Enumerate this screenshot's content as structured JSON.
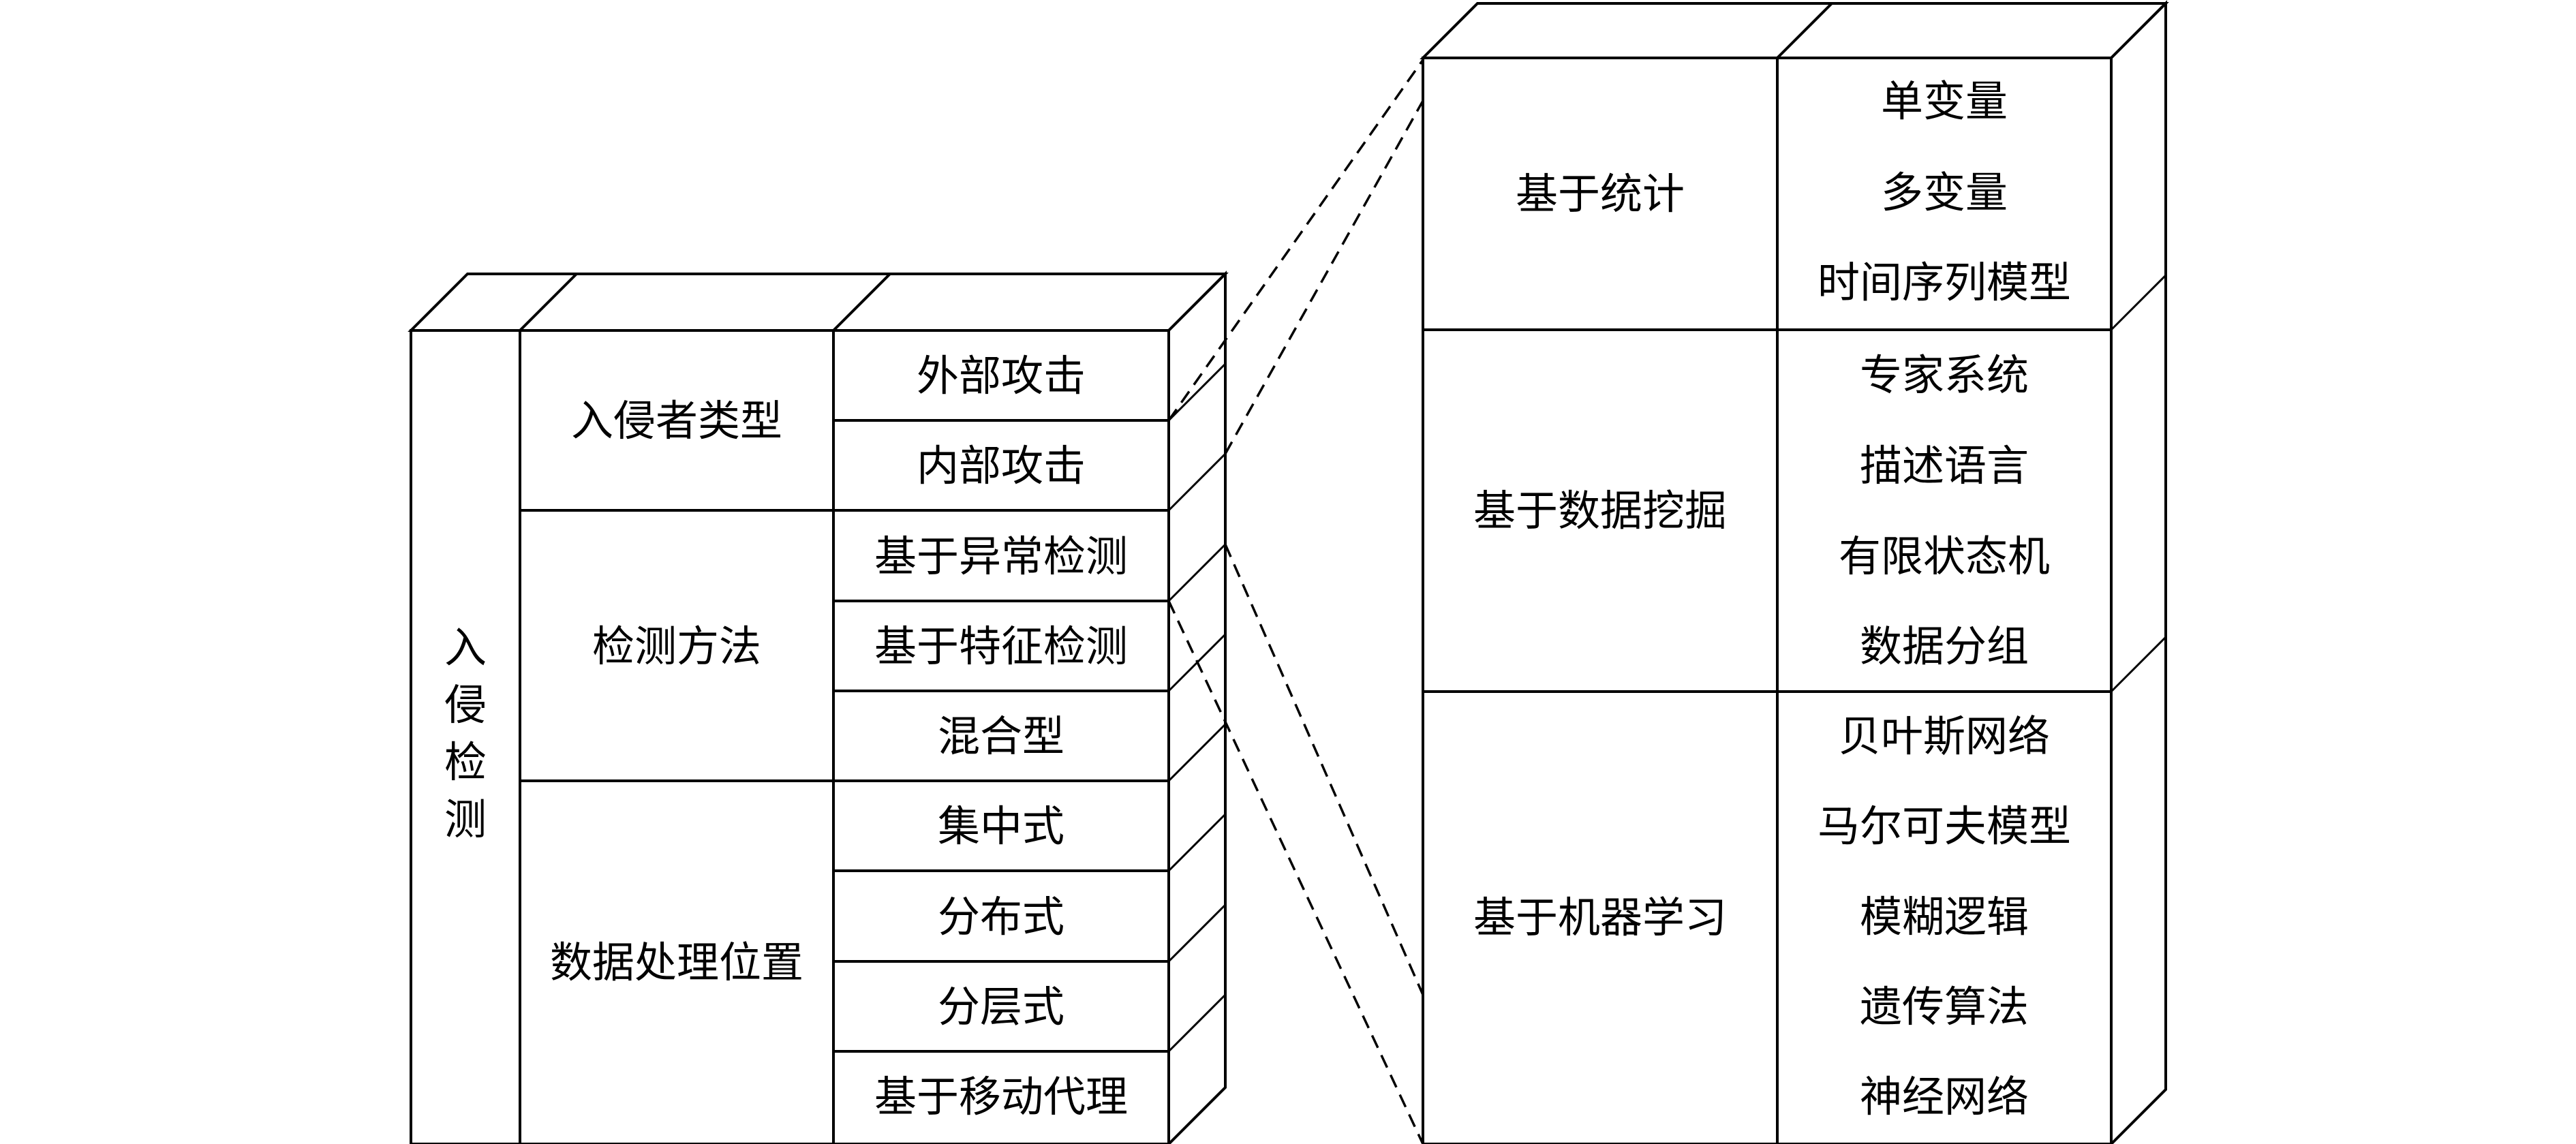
{
  "left_block": {
    "root_label": [
      "入",
      "侵",
      "检",
      "测"
    ],
    "groups": [
      {
        "category": "入侵者类型",
        "items": [
          "外部攻击",
          "内部攻击"
        ]
      },
      {
        "category": "检测方法",
        "items": [
          "基于异常检测",
          "基于特征检测",
          "混合型"
        ]
      },
      {
        "category": "数据处理位置",
        "items": [
          "集中式",
          "分布式",
          "分层式",
          "基于移动代理"
        ]
      }
    ]
  },
  "right_block": {
    "groups": [
      {
        "category": "基于统计",
        "items": [
          "单变量",
          "多变量",
          "时间序列模型"
        ]
      },
      {
        "category": "基于数据挖掘",
        "items": [
          "专家系统",
          "描述语言",
          "有限状态机",
          "数据分组"
        ]
      },
      {
        "category": "基于机器学习",
        "items": [
          "贝叶斯网络",
          "马尔可夫模型",
          "模糊逻辑",
          "遗传算法",
          "神经网络"
        ]
      }
    ]
  }
}
